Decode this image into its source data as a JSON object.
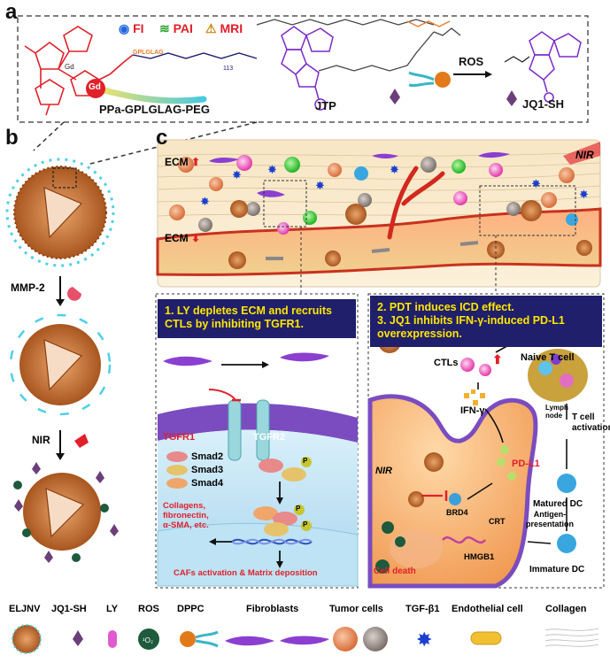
{
  "panels": {
    "a": "a",
    "b": "b",
    "c": "c"
  },
  "panel_a": {
    "imaging_modes": [
      "FI",
      "PAI",
      "MRI"
    ],
    "peptide": "GPLGLAG",
    "peg_subscript": "113",
    "gd_label": "Gd",
    "conjugate_name": "PPa-GPLGLAG-PEG",
    "jtp_name": "JTP",
    "ros_label": "ROS",
    "product_name": "JQ1-SH"
  },
  "panel_b": {
    "step1": "MMP-2",
    "step2": "NIR"
  },
  "panel_c": {
    "ecm_up": "ECM",
    "ecm_down": "ECM",
    "nir_top": "NIR",
    "left_box": "1. LY depletes ECM and recruits CTLs by inhibiting TGFR1.",
    "right_box_1": "2. PDT induces ICD effect.",
    "right_box_2": "3. JQ1 inhibits IFN-γ-induced PD-L1 overexpression.",
    "tgfr1": "TGFR1",
    "tgfr2": "TGFR2",
    "smads": [
      "Smad2",
      "Smad3",
      "Smad4"
    ],
    "p_label": "P",
    "matrix_text": "Collagens,\nfibronectin,\nα-SMA, etc.",
    "cafs_text": "CAFs activation & Matrix deposition",
    "ctls": "CTLs",
    "naive_t": "Naive T cell",
    "lymph_node": "Lymph\nnode",
    "ifn": "IFN-γ",
    "t_activation": "T cell\nactivation",
    "nir_cell": "NIR",
    "pdl1": "PD-L1",
    "brd4": "BRD4",
    "crt": "CRT",
    "matured_dc": "Matured DC",
    "antigen_presentation": "Antigen-\npresentation",
    "immature_dc": "Immature DC",
    "cell_death": "Cell death",
    "hmgb1": "HMGB1"
  },
  "legend": [
    "ELJNV",
    "JQ1-SH",
    "LY",
    "ROS",
    "DPPC",
    "Fibroblasts",
    "Tumor cells",
    "TGF-β1",
    "Endothelial cell",
    "Collagen"
  ],
  "colors": {
    "navy": "#1f1f6b",
    "yellow_text": "#ffe600",
    "red": "#e0202a",
    "purple": "#8a2be2",
    "tumor_orange": "#e8895a",
    "ros_green": "#1e5a3c",
    "membrane_purple": "#7a4cc0"
  }
}
